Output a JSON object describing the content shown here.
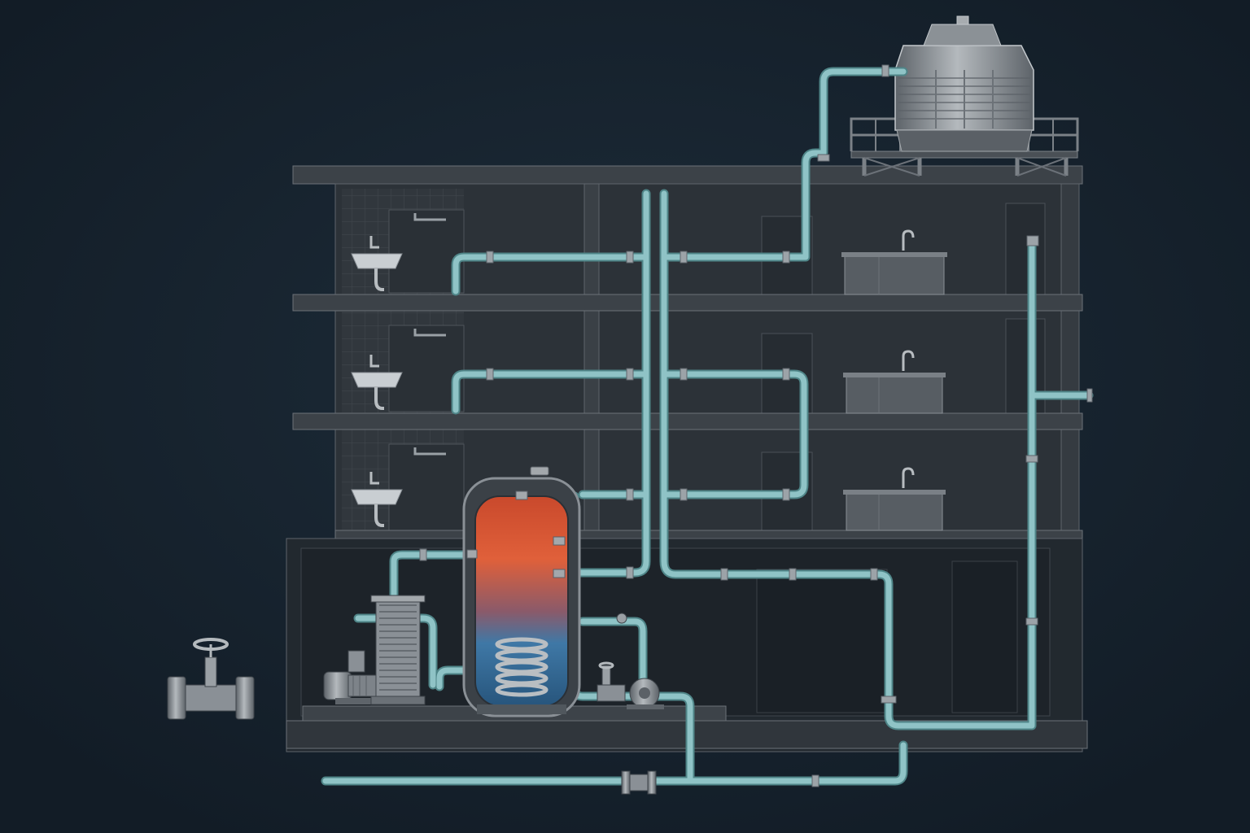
{
  "scene": {
    "kind": "building cross-section plumbing illustration",
    "colors": {
      "background": "#16232f",
      "structure": "#3a3f45",
      "structure_line": "#6b7178",
      "pipe": "#8fc3c6",
      "pipe_dark": "#4f8588",
      "metal": "#8a9096",
      "hot": "#d9502e",
      "cold": "#2f6e9c"
    },
    "floors": [
      {
        "name": "floor-3",
        "fixtures": [
          "shower-head-icon",
          "wash-basin-icon",
          "kitchen-sink-counter-icon"
        ]
      },
      {
        "name": "floor-2",
        "fixtures": [
          "shower-head-icon",
          "wash-basin-icon",
          "kitchen-sink-counter-icon"
        ]
      },
      {
        "name": "floor-1",
        "fixtures": [
          "shower-head-icon",
          "wash-basin-icon",
          "kitchen-sink-counter-icon"
        ]
      },
      {
        "name": "basement",
        "fixtures": [
          "gate-valve-icon",
          "booster-pump-icon",
          "plate-heat-exchanger-icon",
          "hot-water-storage-tank-icon",
          "circulation-pump-icon"
        ]
      }
    ],
    "roof_equipment": [
      "cooling-tower-icon"
    ],
    "tank_gradient": {
      "hot_fraction": 0.55,
      "cold_fraction": 0.45
    }
  }
}
